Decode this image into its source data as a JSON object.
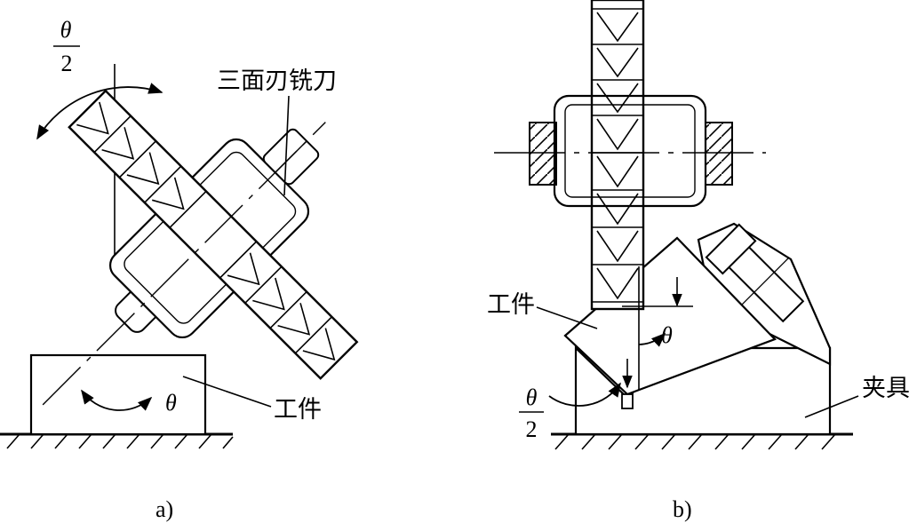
{
  "figure_a": {
    "caption": "a)",
    "angle_fraction_numerator": "θ",
    "angle_fraction_denominator": "2",
    "angle_theta": "θ",
    "cutter_label": "三面刃铣刀",
    "workpiece_label": "工件"
  },
  "figure_b": {
    "caption": "b)",
    "angle_fraction_numerator": "θ",
    "angle_fraction_denominator": "2",
    "angle_theta": "θ",
    "workpiece_label": "工件",
    "fixture_label": "夹具"
  },
  "colors": {
    "ink": "#000000",
    "paper": "#ffffff"
  }
}
